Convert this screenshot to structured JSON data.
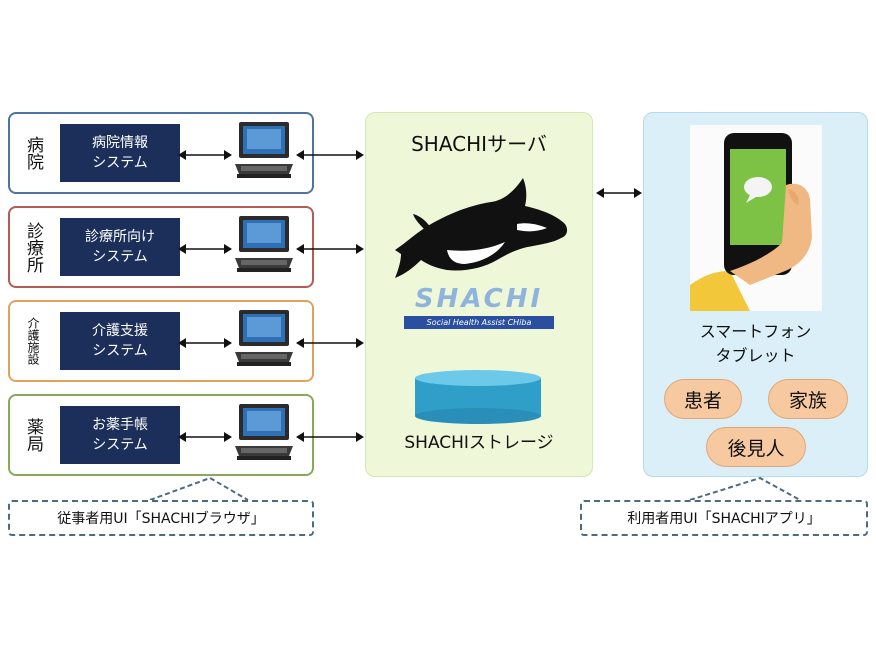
{
  "facilities": [
    {
      "label": "病院",
      "system": "病院情報\nシステム",
      "color": "#4f73a6",
      "small": false
    },
    {
      "label": "診療所",
      "system": "診療所向け\nシステム",
      "color": "#b45a57",
      "small": false
    },
    {
      "label": "介護施設",
      "system": "介護支援\nシステム",
      "color": "#e2a25a",
      "small": true
    },
    {
      "label": "薬局",
      "system": "お薬手帳\nシステム",
      "color": "#86a95a",
      "small": false
    }
  ],
  "server": {
    "title": "SHACHIサーバ",
    "logo_text": "SHACHI",
    "logo_sub": "Social Health Assist CHiba",
    "storage_label": "SHACHIストレージ"
  },
  "app": {
    "device_label_1": "スマートフォン",
    "device_label_2": "タブレット",
    "users": [
      "患者",
      "家族",
      "後見人"
    ]
  },
  "callouts": {
    "browser": "従事者用UI「SHACHIブラウザ」",
    "app": "利用者用UI「SHACHIアプリ」"
  },
  "icons": {
    "laptop": "laptop-icon",
    "orca": "orca-icon",
    "storage": "database-icon",
    "phone": "smartphone-icon"
  }
}
